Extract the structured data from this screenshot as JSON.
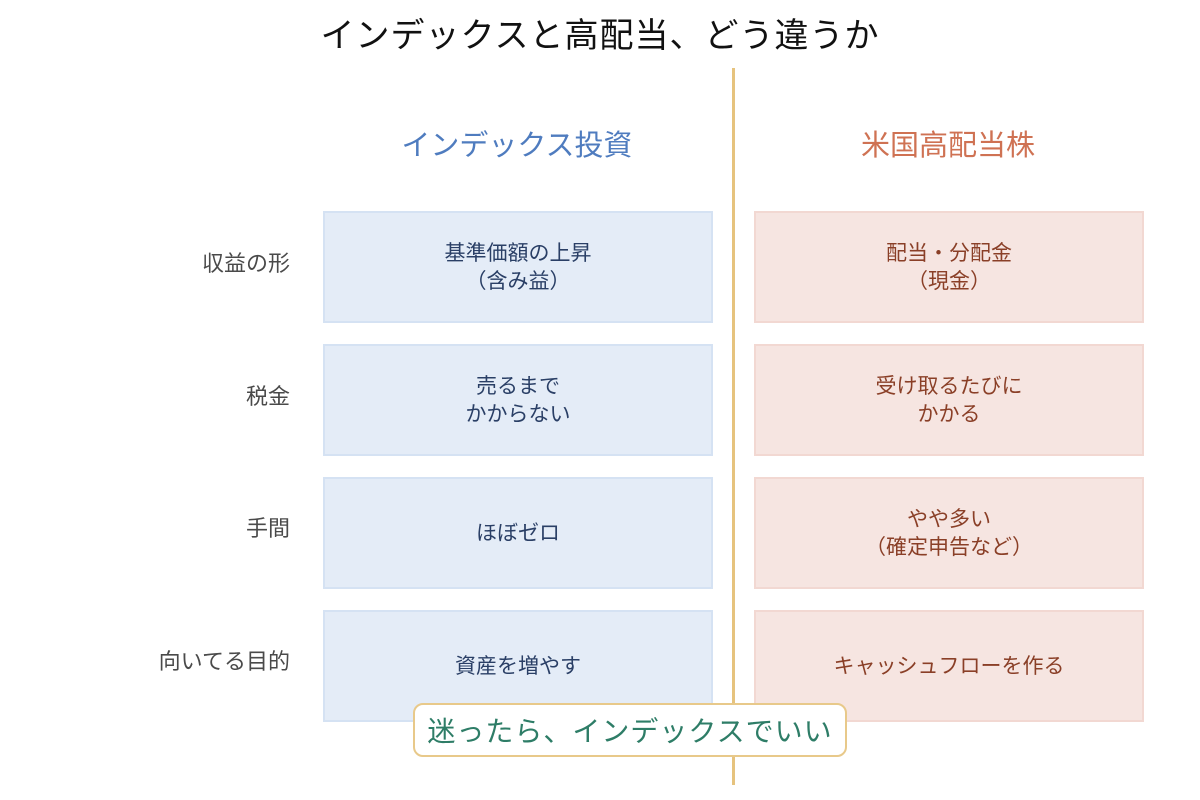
{
  "title": "インデックスと高配当、どう違うか",
  "columns": {
    "left": "インデックス投資",
    "right": "米国高配当株"
  },
  "rows": [
    {
      "label": "収益の形",
      "index": "基準価額の上昇\n（含み益）",
      "dividend": "配当・分配金\n（現金）"
    },
    {
      "label": "税金",
      "index": "売るまで\nかからない",
      "dividend": "受け取るたびに\nかかる"
    },
    {
      "label": "手間",
      "index": "ほぼゼロ",
      "dividend": "やや多い\n（確定申告など）"
    },
    {
      "label": "向いてる目的",
      "index": "資産を増やす",
      "dividend": "キャッシュフローを作る"
    }
  ],
  "callout": "迷ったら、インデックスでいい",
  "colors": {
    "index_header": "#4f7cbf",
    "dividend_header": "#cf7253",
    "divider": "#e6c37e",
    "callout_text": "#2e7d67"
  }
}
